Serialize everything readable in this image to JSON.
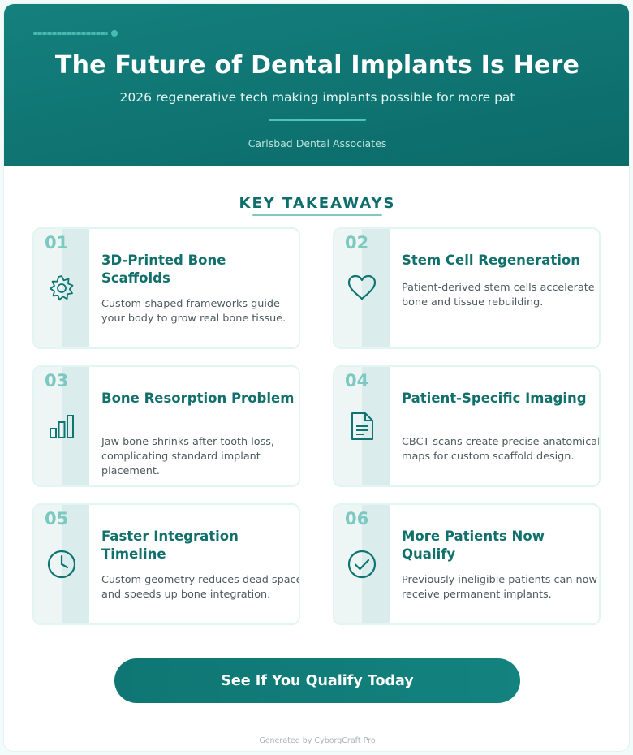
{
  "header": {
    "title": "The Future of Dental Implants Is Here",
    "subtitle": "2026 regenerative tech making implants possible for more pat",
    "organization": "Carlsbad Dental Associates"
  },
  "section": {
    "title": "KEY TAKEAWAYS"
  },
  "cards": [
    {
      "number": "01",
      "icon": "gear-icon",
      "title": "3D-Printed Bone Scaffolds",
      "description": "Custom-shaped frameworks guide your body to grow real bone tissue."
    },
    {
      "number": "02",
      "icon": "heart-icon",
      "title": "Stem Cell Regeneration",
      "description": "Patient-derived stem cells accelerate bone and tissue rebuilding."
    },
    {
      "number": "03",
      "icon": "bar-chart-icon",
      "title": "Bone Resorption Problem",
      "description": "Jaw bone shrinks after tooth loss, complicating standard implant placement."
    },
    {
      "number": "04",
      "icon": "document-icon",
      "title": "Patient-Specific Imaging",
      "description": "CBCT scans create precise anatomical maps for custom scaffold design."
    },
    {
      "number": "05",
      "icon": "clock-icon",
      "title": "Faster Integration Timeline",
      "description": "Custom geometry reduces dead space and speeds up bone integration."
    },
    {
      "number": "06",
      "icon": "check-circle-icon",
      "title": "More Patients Now Qualify",
      "description": "Previously ineligible patients can now receive permanent implants."
    }
  ],
  "cta": {
    "label": "See If You Qualify Today"
  },
  "footer": {
    "text": "Generated by CyborgCraft Pro"
  },
  "colors": {
    "primary": "#0f7472",
    "accent": "#4fc3b8",
    "number": "#7cc9c1",
    "heading": "#11706c",
    "body_text": "#4d5a5e"
  }
}
